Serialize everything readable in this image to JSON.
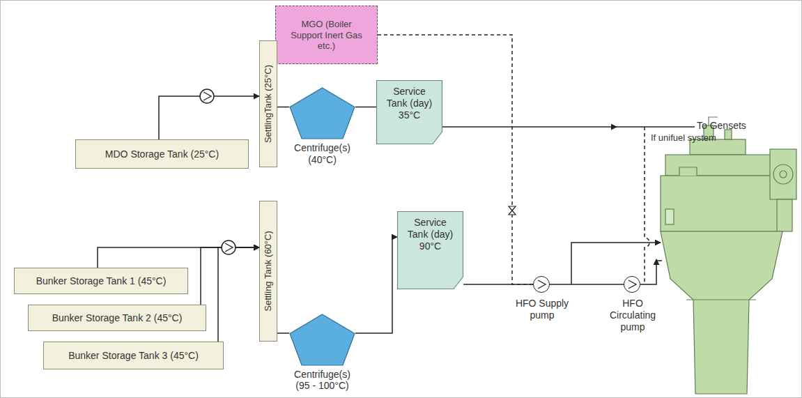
{
  "diagram": {
    "nodes": [
      {
        "text": [
          "MGO (Boiler Support Inert Gas etc.)"
        ]
      },
      {
        "text": [
          "MDO Storage Tank (25°C)"
        ]
      },
      {
        "text": [
          "SettlingTank (25°C)"
        ]
      },
      {
        "text": [
          "Centrifuge(s) (40°C)"
        ]
      },
      {
        "text": [
          "Service Tank (day) 35°C"
        ]
      },
      {
        "text": [
          "Bunker Storage Tank 1 (45°C)"
        ]
      },
      {
        "text": [
          "Bunker Storage Tank 2 (45°C)"
        ]
      },
      {
        "text": [
          "Bunker Storage Tank 3 (45°C)"
        ]
      },
      {
        "text": [
          "Settling Tank (60°C)"
        ]
      },
      {
        "text": [
          "Centrifuge(s) (95 - 100°C)"
        ]
      },
      {
        "text": [
          "Service Tank (day) 90°C"
        ]
      },
      {
        "text": [
          "HFO Supply pump"
        ]
      },
      {
        "text": [
          "HFO Circulating pump"
        ]
      }
    ],
    "edges": [
      {
        "from": 1,
        "to": 2,
        "arrow": "to"
      },
      {
        "from": 2,
        "to": 3,
        "arrow": "none"
      },
      {
        "from": 3,
        "to": 4,
        "arrow": "none"
      },
      {
        "from": 0,
        "to": 11,
        "arrow": "none"
      },
      {
        "from": 10,
        "to": 11,
        "arrow": "none"
      },
      {
        "from": 11,
        "to": 12,
        "arrow": "none"
      },
      {
        "from": 5,
        "to": 8,
        "arrow": "to"
      },
      {
        "from": 6,
        "to": 8,
        "arrow": "to"
      },
      {
        "from": 7,
        "to": 8,
        "arrow": "to"
      },
      {
        "from": 8,
        "to": 9,
        "arrow": "none"
      },
      {
        "from": 9,
        "to": 10,
        "arrow": "to"
      }
    ],
    "labels": [
      "To Gensets",
      "If unifuel system"
    ]
  }
}
